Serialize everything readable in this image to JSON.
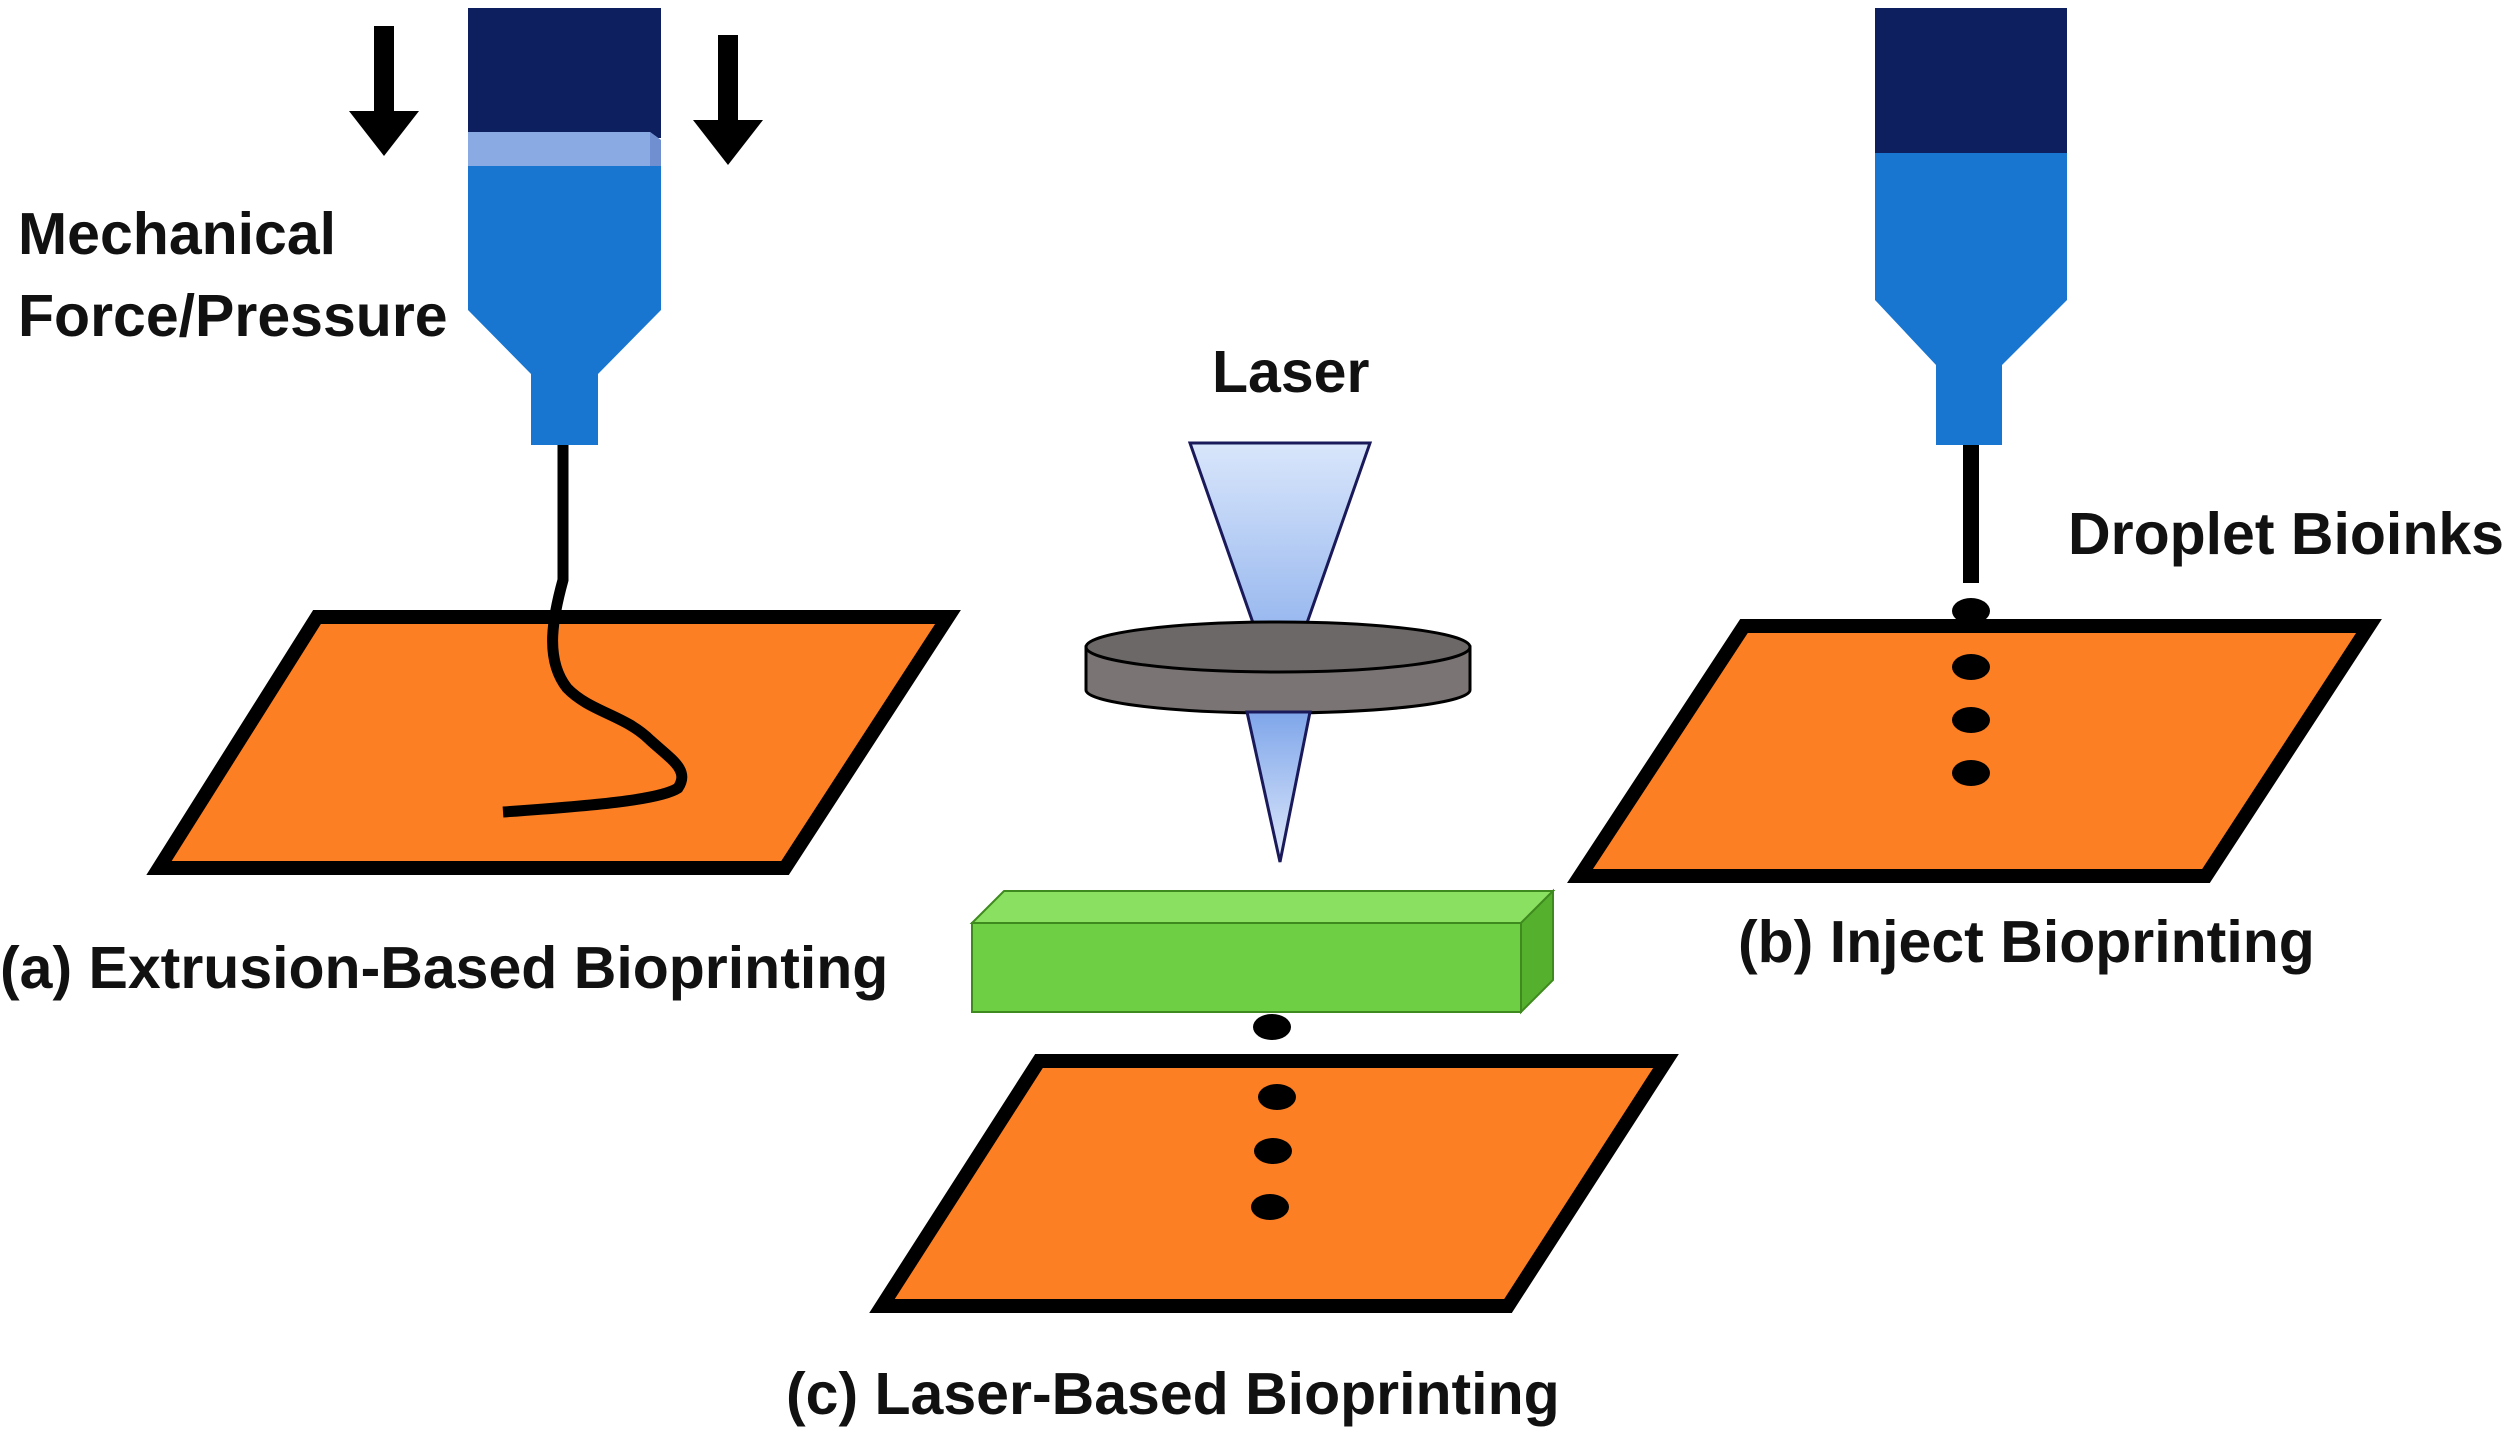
{
  "labels": {
    "mechanical_line1": "Mechanical",
    "mechanical_line2": "Force/Pressure",
    "laser": "Laser",
    "droplet": "Droplet Bioinks"
  },
  "captions": {
    "extrusion": "(a) Extrusion-Based Bioprinting",
    "inject": "(b) Inject Bioprinting",
    "laser": "(c) Laser-Based Bioprinting"
  },
  "colors": {
    "plate": "#fd7f24",
    "plate_border": "#000000",
    "syringe_cap": "#0d1f5f",
    "syringe_body": "#1876d1",
    "plunger": "#8fb0e8",
    "lens": "#7a7474",
    "beam": "#a8c2f1",
    "donor_slide": "#6ecf45",
    "ink": "#000000"
  },
  "icons": [
    "down-arrow-icon",
    "syringe-icon",
    "lens-icon",
    "laser-beam-icon"
  ]
}
